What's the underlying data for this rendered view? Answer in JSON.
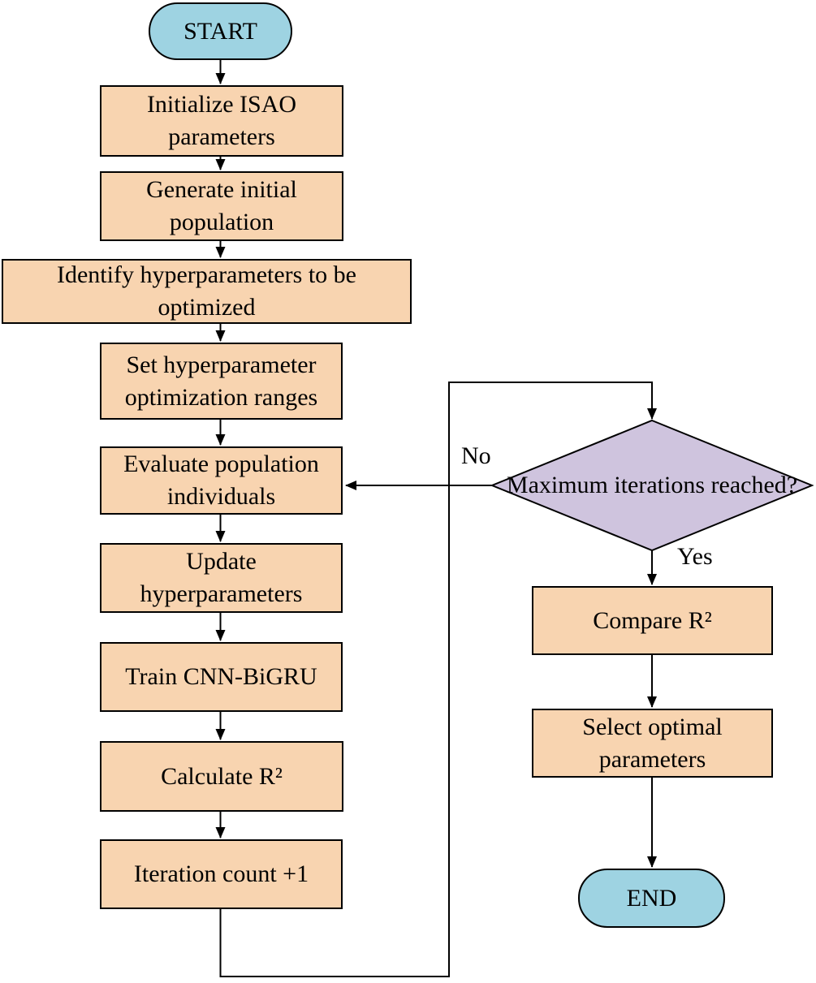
{
  "colors": {
    "process_fill": "#F8D4B0",
    "decision_fill": "#CFC4DE",
    "terminal_fill": "#9ED3E2",
    "line_color": "#000000",
    "background": "#FFFFFF"
  },
  "flowchart": {
    "nodes": {
      "start": {
        "label": "START",
        "type": "terminal"
      },
      "init": {
        "label": "Initialize ISAO parameters",
        "type": "process"
      },
      "generate": {
        "label": "Generate initial population",
        "type": "process"
      },
      "identify": {
        "label": "Identify hyperparameters to be optimized",
        "type": "process"
      },
      "set_ranges": {
        "label": "Set hyperparameter optimization ranges",
        "type": "process"
      },
      "evaluate": {
        "label": "Evaluate population individuals",
        "type": "process"
      },
      "update": {
        "label": "Update hyperparameters",
        "type": "process"
      },
      "train": {
        "label": "Train CNN-BiGRU",
        "type": "process"
      },
      "calculate": {
        "label": "Calculate R²",
        "type": "process"
      },
      "iteration": {
        "label": "Iteration count +1",
        "type": "process"
      },
      "decision": {
        "label": "Maximum iterations reached?",
        "type": "decision"
      },
      "compare": {
        "label": "Compare R²",
        "type": "process"
      },
      "select": {
        "label": "Select optimal parameters",
        "type": "process"
      },
      "end": {
        "label": "END",
        "type": "terminal"
      }
    },
    "edge_labels": {
      "no": "No",
      "yes": "Yes"
    },
    "edges": [
      {
        "from": "start",
        "to": "init"
      },
      {
        "from": "init",
        "to": "generate"
      },
      {
        "from": "generate",
        "to": "identify"
      },
      {
        "from": "identify",
        "to": "set_ranges"
      },
      {
        "from": "set_ranges",
        "to": "evaluate"
      },
      {
        "from": "evaluate",
        "to": "update"
      },
      {
        "from": "update",
        "to": "train"
      },
      {
        "from": "train",
        "to": "calculate"
      },
      {
        "from": "calculate",
        "to": "iteration"
      },
      {
        "from": "iteration",
        "to": "decision"
      },
      {
        "from": "decision",
        "to": "evaluate",
        "label": "No"
      },
      {
        "from": "decision",
        "to": "compare",
        "label": "Yes"
      },
      {
        "from": "compare",
        "to": "select"
      },
      {
        "from": "select",
        "to": "end"
      }
    ]
  }
}
